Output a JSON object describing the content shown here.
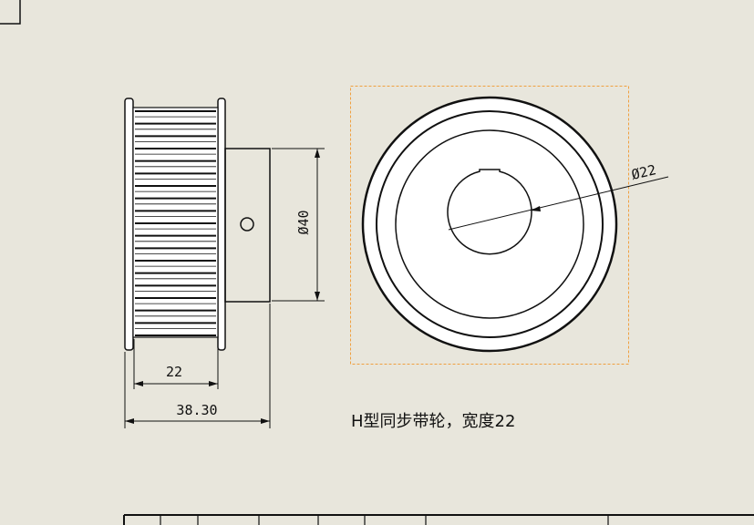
{
  "drawing": {
    "side_view": {
      "tooth_count_visible": 18
    },
    "dimensions": {
      "belt_width": "22",
      "overall_length": "38.30",
      "hub_diameter": "Ø40",
      "bore_diameter": "Ø22"
    },
    "caption": "H型同步带轮，宽度22",
    "colors": {
      "background": "#e8e6dc",
      "line": "#111111",
      "selection_box": "#f0a040"
    }
  }
}
